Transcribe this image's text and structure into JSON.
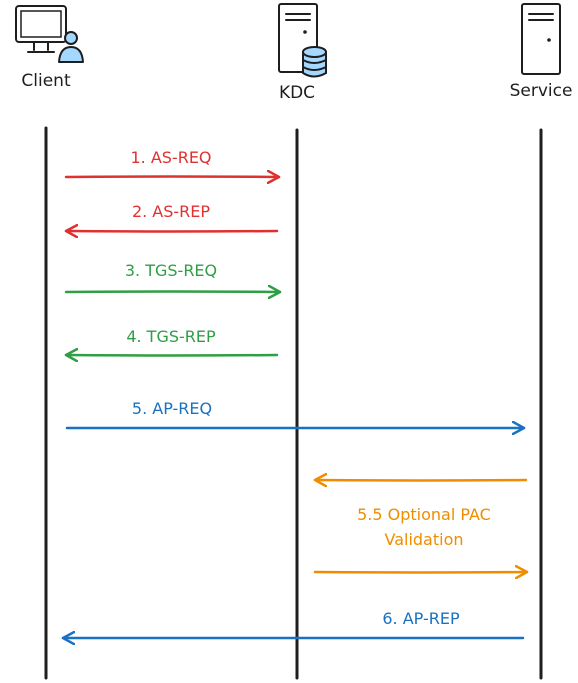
{
  "actors": {
    "client": {
      "label": "Client",
      "icon": "computer-user-icon"
    },
    "kdc": {
      "label": "KDC",
      "icon": "server-database-icon"
    },
    "service": {
      "label": "Service",
      "icon": "server-icon"
    }
  },
  "messages": [
    {
      "label": "1. AS-REQ",
      "color": "#e03131"
    },
    {
      "label": "2. AS-REP",
      "color": "#e03131"
    },
    {
      "label": "3. TGS-REQ",
      "color": "#2f9e44"
    },
    {
      "label": "4. TGS-REP",
      "color": "#2f9e44"
    },
    {
      "label": "5. AP-REQ",
      "color": "#1971c2"
    },
    {
      "label_line1": "5.5 Optional PAC",
      "label_line2": "Validation",
      "color": "#f08c00"
    },
    {
      "label": "6. AP-REP",
      "color": "#1971c2"
    }
  ],
  "colors": {
    "stroke": "#1e1e1e",
    "icon_fill": "#a5d8ff",
    "background": "#ffffff"
  }
}
